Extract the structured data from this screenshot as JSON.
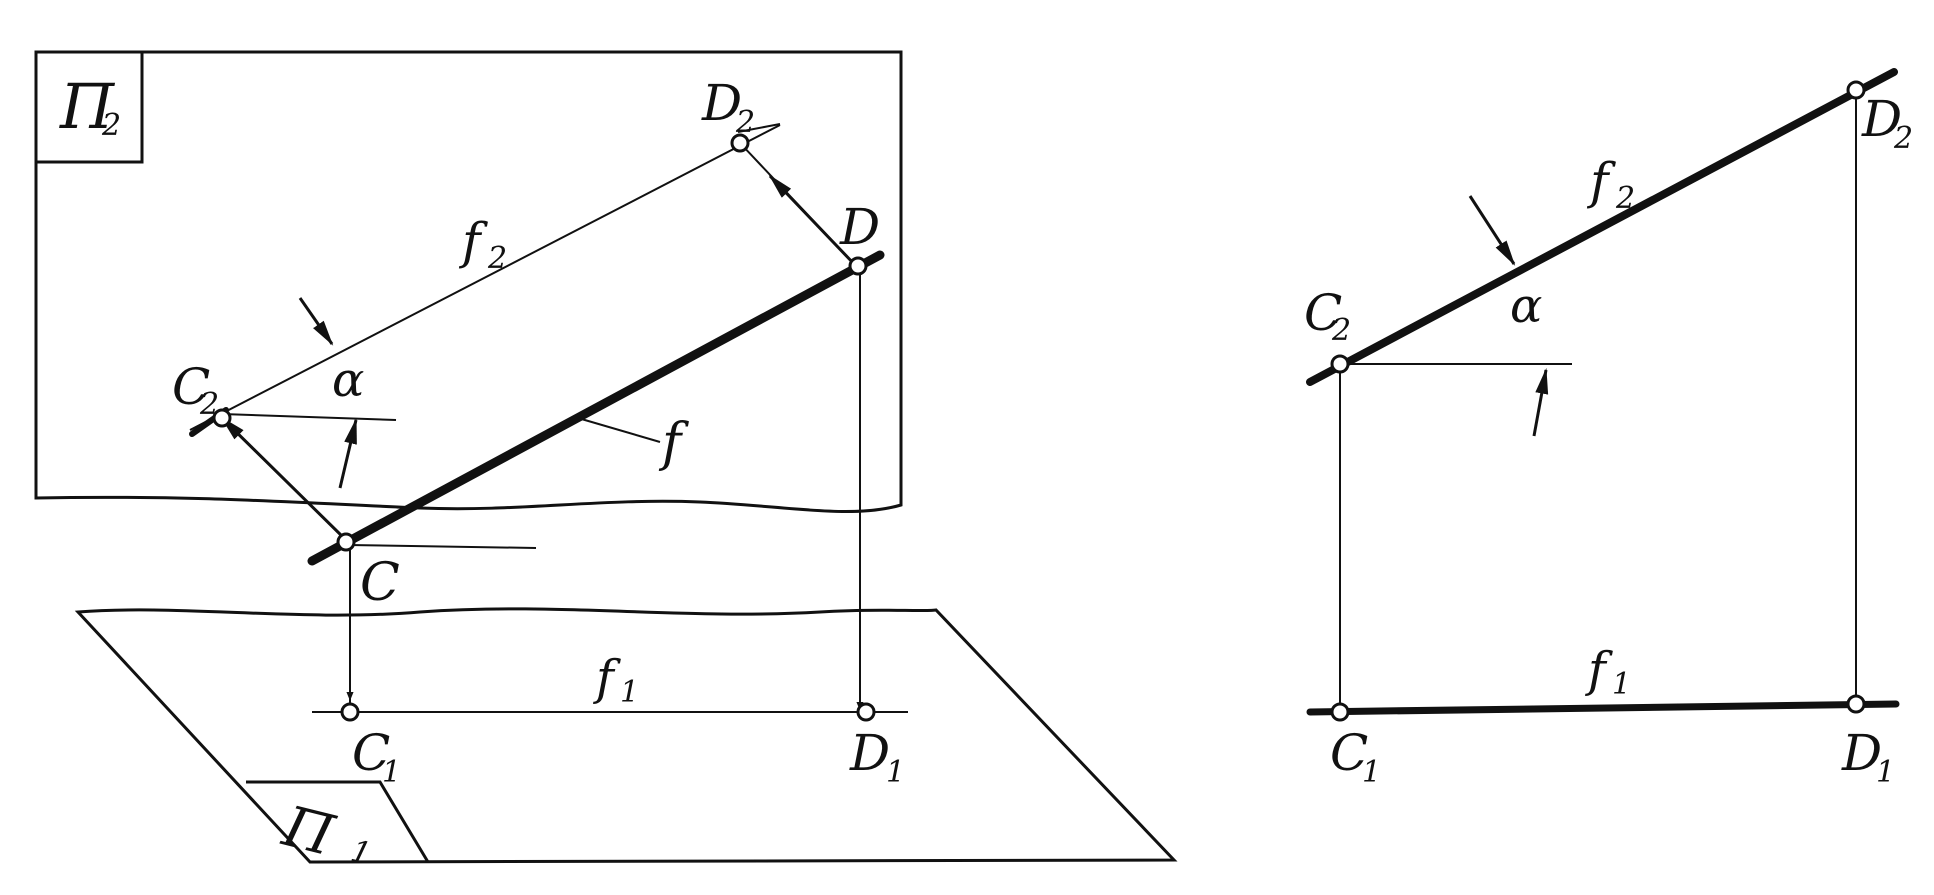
{
  "colors": {
    "ink": "#111111",
    "paper": "#ffffff"
  },
  "left_view": {
    "plane_upper": {
      "symbol": "Π",
      "subscript": "2"
    },
    "plane_lower": {
      "symbol": "Π",
      "subscript": "1"
    },
    "labels": {
      "D2": {
        "main": "D",
        "sub": "2"
      },
      "D": {
        "main": "D"
      },
      "f2": {
        "main": "f",
        "sub": "2"
      },
      "C2": {
        "main": "C",
        "sub": "2"
      },
      "alpha": "α",
      "f": "f",
      "C": "C",
      "f1": {
        "main": "f",
        "sub": "1"
      },
      "C1": {
        "main": "C",
        "sub": "1"
      },
      "D1": {
        "main": "D",
        "sub": "1"
      }
    }
  },
  "right_view": {
    "labels": {
      "D2": {
        "main": "D",
        "sub": "2"
      },
      "f2": {
        "main": "f",
        "sub": "2"
      },
      "C2": {
        "main": "C",
        "sub": "2"
      },
      "alpha": "α",
      "f1": {
        "main": "f",
        "sub": "1"
      },
      "C1": {
        "main": "C",
        "sub": "1"
      },
      "D1": {
        "main": "D",
        "sub": "1"
      }
    }
  }
}
